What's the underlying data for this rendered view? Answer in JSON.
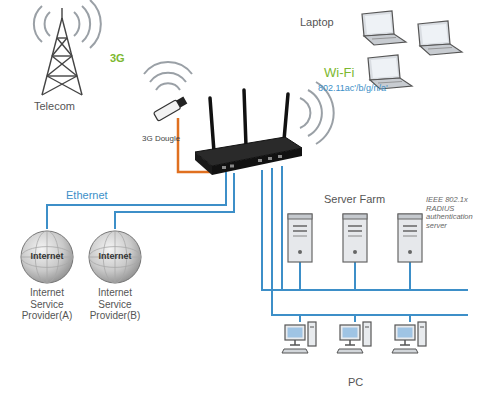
{
  "diagram": {
    "nodes": [
      {
        "text": [
          "Internet",
          "Internet Service Provider(A)"
        ]
      },
      {
        "text": [
          "Internet",
          "Internet Service Provider(B)"
        ]
      }
    ],
    "labels": [
      "Telecom",
      "3G",
      "3G Dougle",
      "Laptop",
      "Wi-Fi",
      "802.11ac'/b/g/n/a'",
      "Ethernet",
      "Server Farm",
      "IEEE 802.1x RADIUS authentication server",
      "PC"
    ]
  }
}
